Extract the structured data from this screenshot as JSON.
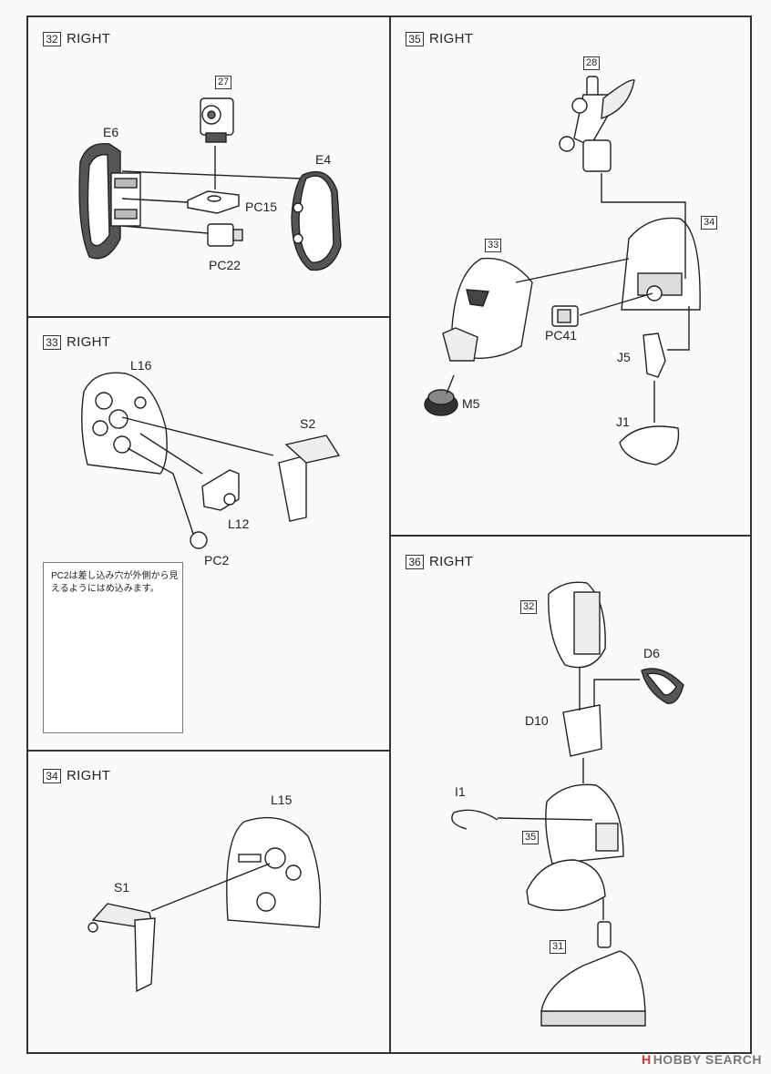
{
  "steps": [
    {
      "num": "32",
      "title": "RIGHT"
    },
    {
      "num": "33",
      "title": "RIGHT"
    },
    {
      "num": "34",
      "title": "RIGHT"
    },
    {
      "num": "35",
      "title": "RIGHT"
    },
    {
      "num": "36",
      "title": "RIGHT"
    }
  ],
  "parts": {
    "s32": {
      "ref": "27",
      "e6": "E6",
      "e4": "E4",
      "pc15": "PC15",
      "pc22": "PC22"
    },
    "s33": {
      "l16": "L16",
      "s2": "S2",
      "l12": "L12",
      "pc2": "PC2"
    },
    "s34": {
      "l15": "L15",
      "s1": "S1"
    },
    "s35": {
      "ref28": "28",
      "ref34": "34",
      "ref33": "33",
      "pc41": "PC41",
      "j5": "J5",
      "m5": "M5",
      "j1": "J1"
    },
    "s36": {
      "ref32": "32",
      "d6": "D6",
      "d10": "D10",
      "i1": "I1",
      "ref35": "35",
      "ref31": "31"
    }
  },
  "note": {
    "text": "PC2は差し込み穴が外側から見えるようにはめ込みます。"
  },
  "watermark": {
    "logo": "H",
    "text": "HOBBY SEARCH"
  }
}
